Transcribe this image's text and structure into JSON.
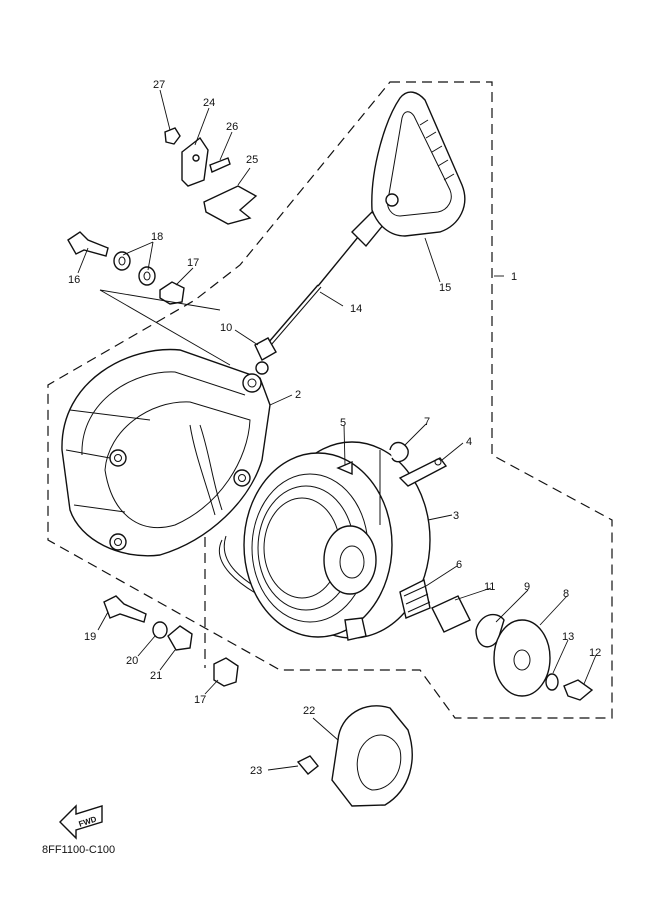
{
  "diagram": {
    "drawing_code": "8FF1100-C100",
    "direction_label": "FWD",
    "callouts": [
      "1",
      "2",
      "3",
      "4",
      "5",
      "6",
      "7",
      "8",
      "9",
      "10",
      "11",
      "12",
      "13",
      "14",
      "15",
      "16",
      "17",
      "17",
      "18",
      "19",
      "20",
      "21",
      "22",
      "23",
      "24",
      "25",
      "26",
      "27"
    ]
  }
}
